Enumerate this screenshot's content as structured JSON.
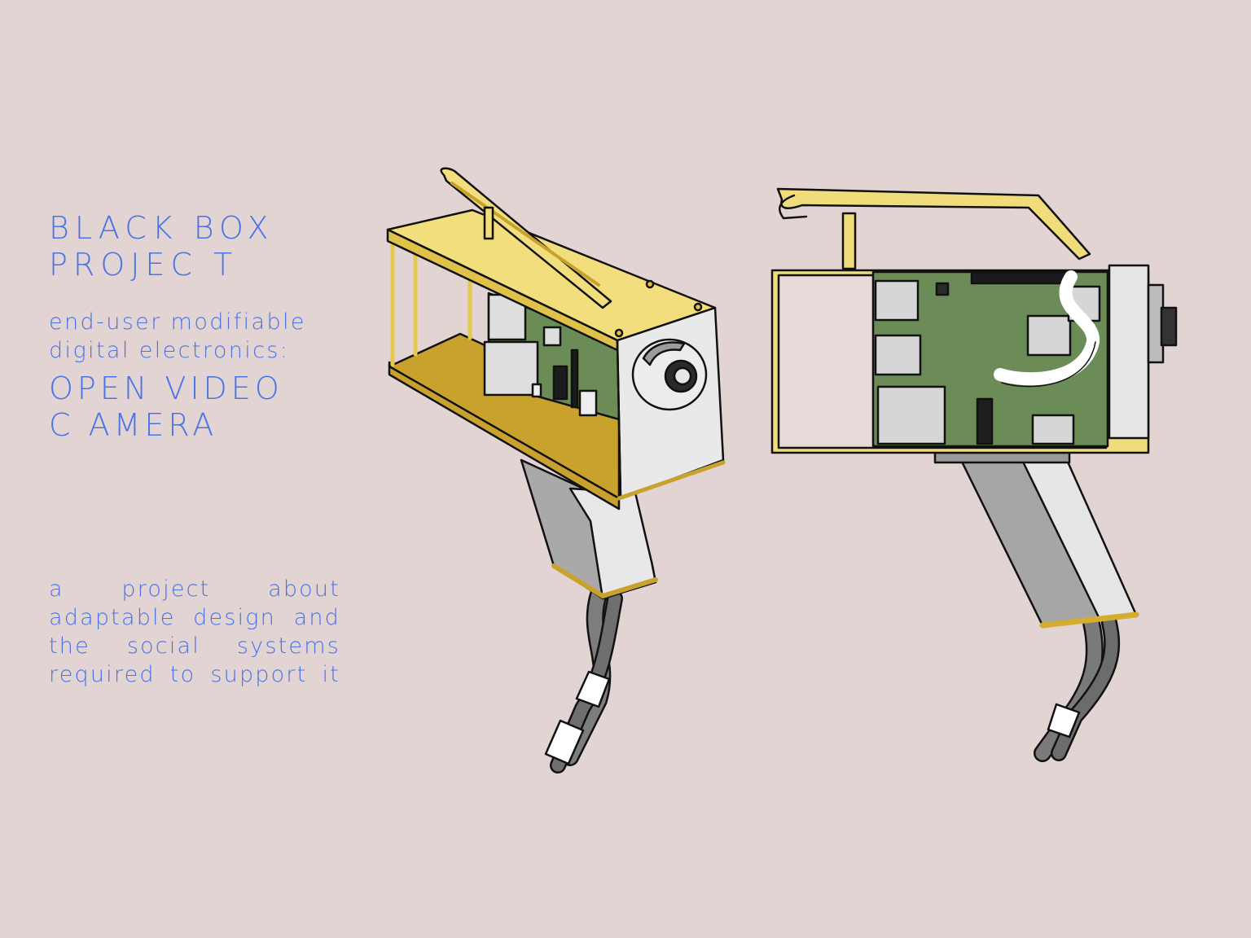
{
  "title": {
    "line1": "BLACK BOX",
    "line2": "PROJEC T"
  },
  "subtitle": {
    "line1": "end-user modifiable",
    "line2": "digital electronics:"
  },
  "product": {
    "line1": "OPEN VIDEO",
    "line2": "C AMERA"
  },
  "description": {
    "lines": [
      "a project about",
      "adaptable design and",
      "the social systems",
      "required to support it"
    ]
  },
  "illustrations": [
    {
      "name": "camera-three-quarter-view",
      "description": "Open video camera with yellow acrylic frame, handle, green circuit board, white lens block, grey grip and cables"
    },
    {
      "name": "camera-side-view",
      "description": "Side view of camera showing Raspberry Pi-style board, ribbon cable, yellow handle frame and grey grip"
    }
  ],
  "colors": {
    "background": "#e2d4d2",
    "text": "#4a72e8",
    "frame_yellow": "#f0dc7a",
    "frame_gold": "#c9a22e",
    "board_green": "#6a8c57",
    "grip_grey": "#a8a8a8",
    "light_grey": "#e6e6e6"
  }
}
